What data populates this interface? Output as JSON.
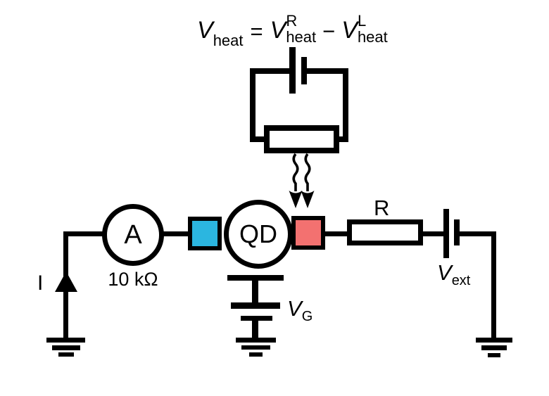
{
  "formula": {
    "v": "V",
    "sub": "heat",
    "equals": "=",
    "sup_right": "R",
    "minus": "−",
    "sup_left": "L"
  },
  "labels": {
    "current": "I",
    "ammeter": "A",
    "series_resistance": "10 kΩ",
    "quantum_dot": "QD",
    "resistor": "R",
    "v_ext_main": "V",
    "v_ext_sub": "ext",
    "v_gate_main": "V",
    "v_gate_sub": "G"
  },
  "icons": {
    "heat_arrows": "wavy-down-arrows",
    "grounds": [
      "left-ground",
      "gate-ground",
      "right-ground"
    ],
    "batteries": [
      "heater-battery",
      "external-battery"
    ]
  },
  "colors": {
    "left_barrier": "#2bb6e0",
    "right_barrier": "#f37170",
    "line": "#000000",
    "background": "#ffffff"
  }
}
